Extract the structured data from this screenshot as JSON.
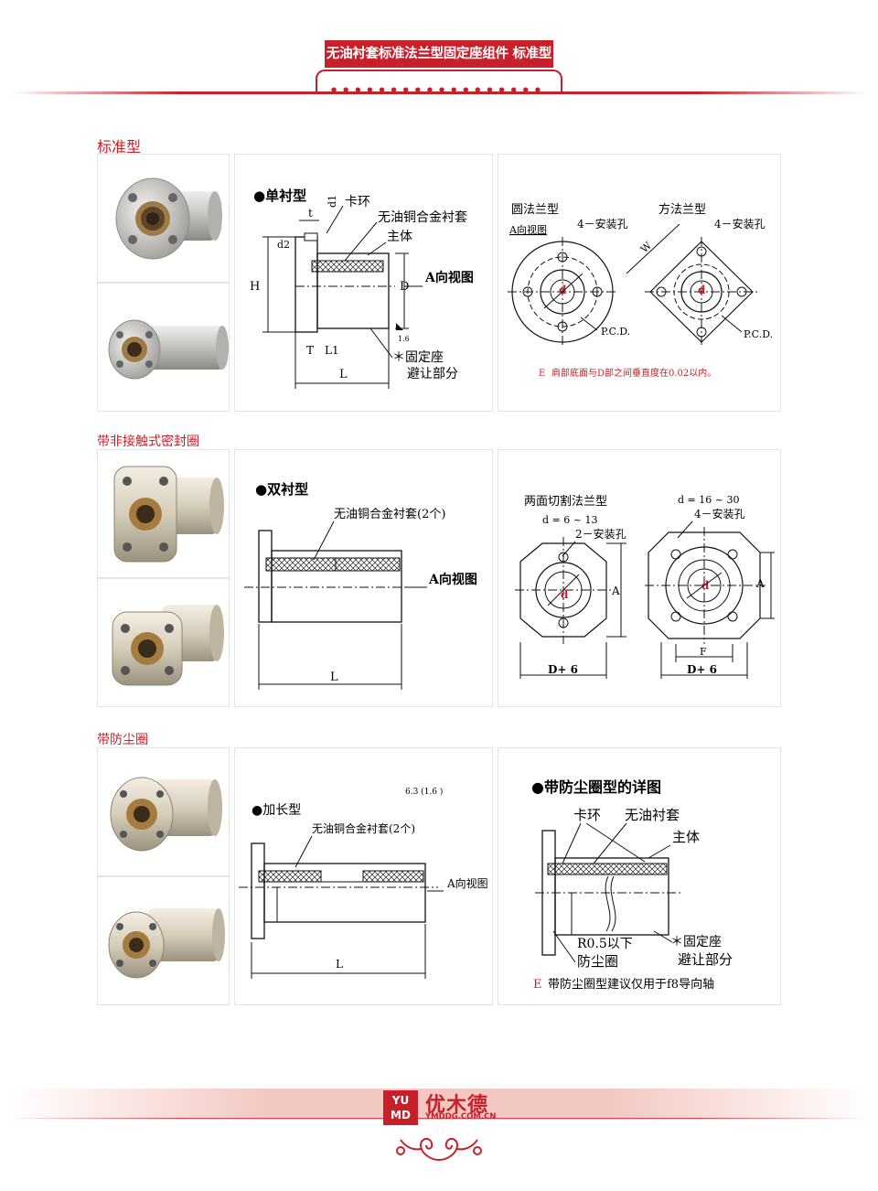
{
  "header": {
    "title": "无油衬套标准法兰型固定座组件 标准型"
  },
  "sections": [
    {
      "title": "标准型",
      "drawing": {
        "heading": "●单衬型",
        "labels": {
          "t": "t",
          "d1": "d1",
          "d2": "d2",
          "ring": "卡环",
          "bushing": "无油铜合金衬套",
          "body": "主体",
          "view": "A向视图",
          "H": "H",
          "D": "D",
          "T": "T",
          "L1": "L1",
          "L": "L",
          "surface": "1.6",
          "seat1": "＊固定座",
          "seat2": "避让部分"
        }
      },
      "view": {
        "round": "圆法兰型",
        "a_view": "A向视图",
        "holes": "4－安装孔",
        "square": "方法兰型",
        "W": "W",
        "d": "d",
        "pcd": "P.C.D.",
        "note_mark": "E",
        "note": "肩部底面与D部之间垂直度在0.02以内。"
      }
    },
    {
      "title": "带非接触式密封圈",
      "drawing": {
        "heading": "●双衬型",
        "bushing": "无油铜合金衬套(2个)",
        "view": "A向视图",
        "L": "L"
      },
      "view": {
        "cut": "两面切割法兰型",
        "range1": "d = 6 ~ 13",
        "holes2": "2－安装孔",
        "range2": "d = 16 ~ 30",
        "holes4": "4－安装孔",
        "d": "d",
        "A": "A",
        "F": "F",
        "D6": "D+ 6"
      }
    },
    {
      "title": "带防尘圈",
      "drawing": {
        "heading": "●加长型",
        "bushing": "无油铜合金衬套(2个)",
        "view": "A向视图",
        "L": "L",
        "finish": "6.3 (1.6 )"
      },
      "view": {
        "heading": "●带防尘圈型的详图",
        "ring": "卡环",
        "bushing": "无油衬套",
        "body": "主体",
        "r05": "R0.5以下",
        "seal": "防尘圈",
        "seat1": "＊固定座",
        "seat2": "避让部分",
        "note_mark": "E",
        "note": "带防尘圈型建议仅用于f8导向轴"
      }
    }
  ],
  "footer": {
    "logo_top": "YU",
    "logo_bottom": "MD",
    "name": "优木德",
    "url": "YMDDG.COM.CN"
  },
  "colors": {
    "accent": "#c8202a",
    "bronze": "#b07a3c",
    "silver": "#c9c6c0"
  }
}
